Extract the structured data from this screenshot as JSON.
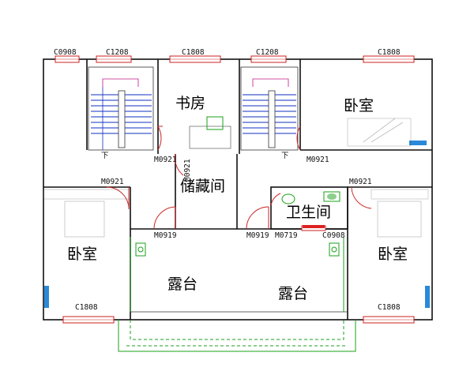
{
  "rooms": {
    "study": "书房",
    "bedroom_ne": "卧室",
    "storage": "储藏间",
    "bathroom": "卫生间",
    "bedroom_w": "卧室",
    "bedroom_e": "卧室",
    "terrace_w": "露台",
    "terrace_e": "露台"
  },
  "windows": {
    "top_1": "C0908",
    "top_2": "C1208",
    "top_3": "C1808",
    "top_4": "C1208",
    "top_5": "C1808",
    "bottom_w": "C1808",
    "bottom_e": "C1808",
    "bath": "C0908"
  },
  "doors": {
    "m1": "M0921",
    "m2": "M0921",
    "m3": "M0921",
    "m4": "M0921",
    "m5": "M0921",
    "m6": "M0919",
    "m7": "M0919",
    "m8": "M0719"
  },
  "stairs": {
    "down_w": "下",
    "down_e": "下"
  },
  "colors": {
    "wall": "#111111",
    "window": "#cc2222",
    "stair": "#1030c0",
    "fixture": "#19a019"
  }
}
